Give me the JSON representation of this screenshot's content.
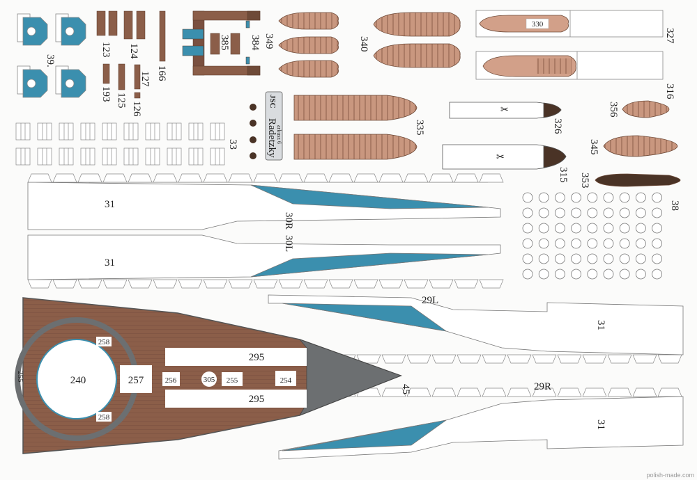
{
  "sheet": {
    "model": "Radetzky",
    "sheet_label": "arkusz 6",
    "publisher": "JSC",
    "watermark": "polish-made.com",
    "colors": {
      "wood": "#8b5e49",
      "boat": "#c9977f",
      "blue": "#3b8fae",
      "grey": "#6c6f71",
      "paper": "#fbfbfa"
    }
  },
  "parts": {
    "p39": "39.",
    "p123": "123",
    "p124": "124",
    "p166": "166",
    "p193": "193",
    "p125": "125",
    "p127": "127",
    "p126": "126",
    "p385": "385",
    "p384": "384",
    "p349": "349",
    "p340": "340",
    "p330": "330",
    "p327": "327",
    "p316": "316",
    "p335": "335",
    "p326": "326",
    "p315": "315",
    "p356": "356",
    "p345": "345",
    "p353": "353",
    "p38": "38",
    "p33": "33",
    "p31": "31",
    "p30R": "30R",
    "p30L": "30L",
    "p29L": "29L",
    "p29R": "29R",
    "p45": "45",
    "p240": "240",
    "p257": "257",
    "p256": "256",
    "p305": "305",
    "p255": "255",
    "p254": "254",
    "p295": "295",
    "p258": "258"
  }
}
